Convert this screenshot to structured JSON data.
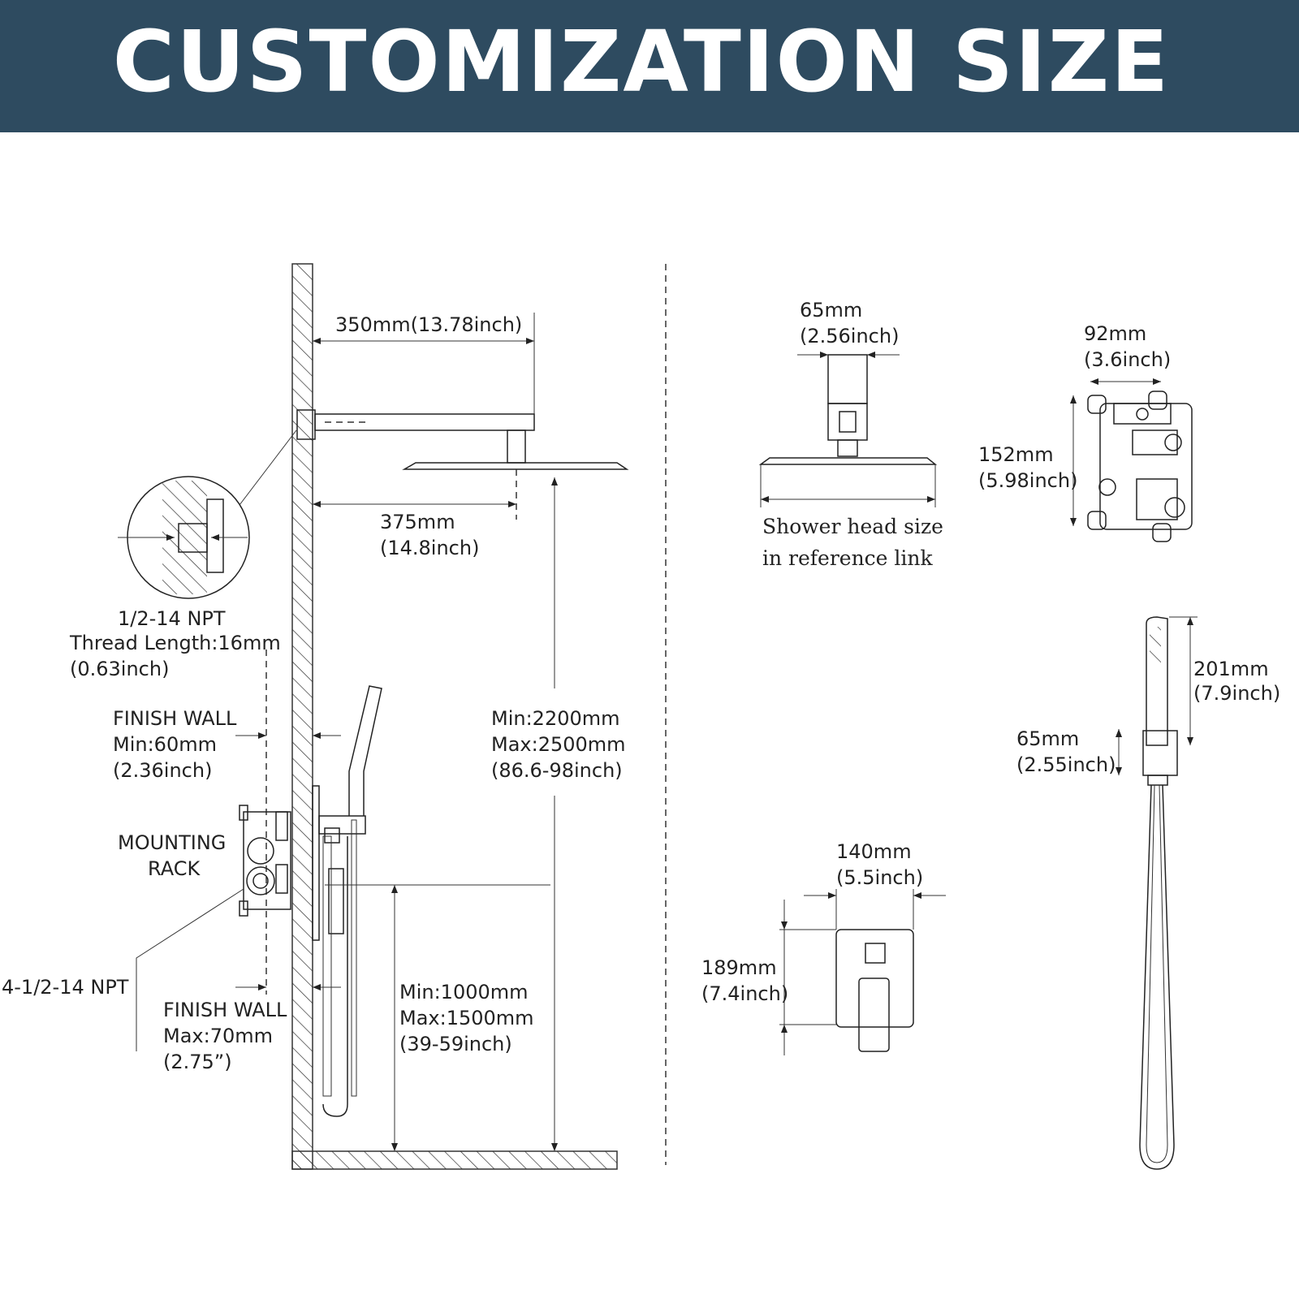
{
  "header": {
    "title": "CUSTOMIZATION SIZE",
    "bg_color": "#2e4b60"
  },
  "left_diagram": {
    "arm_length": "350mm(13.78inch)",
    "head_offset": [
      "375mm",
      "(14.8inch)"
    ],
    "thread": [
      "1/2-14 NPT",
      "Thread Length:16mm",
      "(0.63inch)"
    ],
    "finish_wall_min": [
      "FINISH WALL",
      "Min:60mm",
      "(2.36inch)"
    ],
    "head_height": [
      "Min:2200mm",
      "Max:2500mm",
      "(86.6-98inch)"
    ],
    "mounting_rack": [
      "MOUNTING",
      "RACK"
    ],
    "inlet": "4-1/2-14 NPT",
    "finish_wall_max": [
      "FINISH WALL",
      "Max:70mm",
      "(2.75”)"
    ],
    "valve_height": [
      "Min:1000mm",
      "Max:1500mm",
      "(39-59inch)"
    ]
  },
  "right_diagram": {
    "head_neck": [
      "65mm",
      "(2.56inch)"
    ],
    "head_note": [
      "Shower head size",
      "in reference link"
    ],
    "valve_width": [
      "92mm",
      "(3.6inch)"
    ],
    "valve_height": [
      "152mm",
      "(5.98inch)"
    ],
    "handheld_length": [
      "201mm",
      "(7.9inch)"
    ],
    "bracket_height": [
      "65mm",
      "(2.55inch)"
    ],
    "trim_width": [
      "140mm",
      "(5.5inch)"
    ],
    "trim_height": [
      "189mm",
      "(7.4inch)"
    ]
  }
}
